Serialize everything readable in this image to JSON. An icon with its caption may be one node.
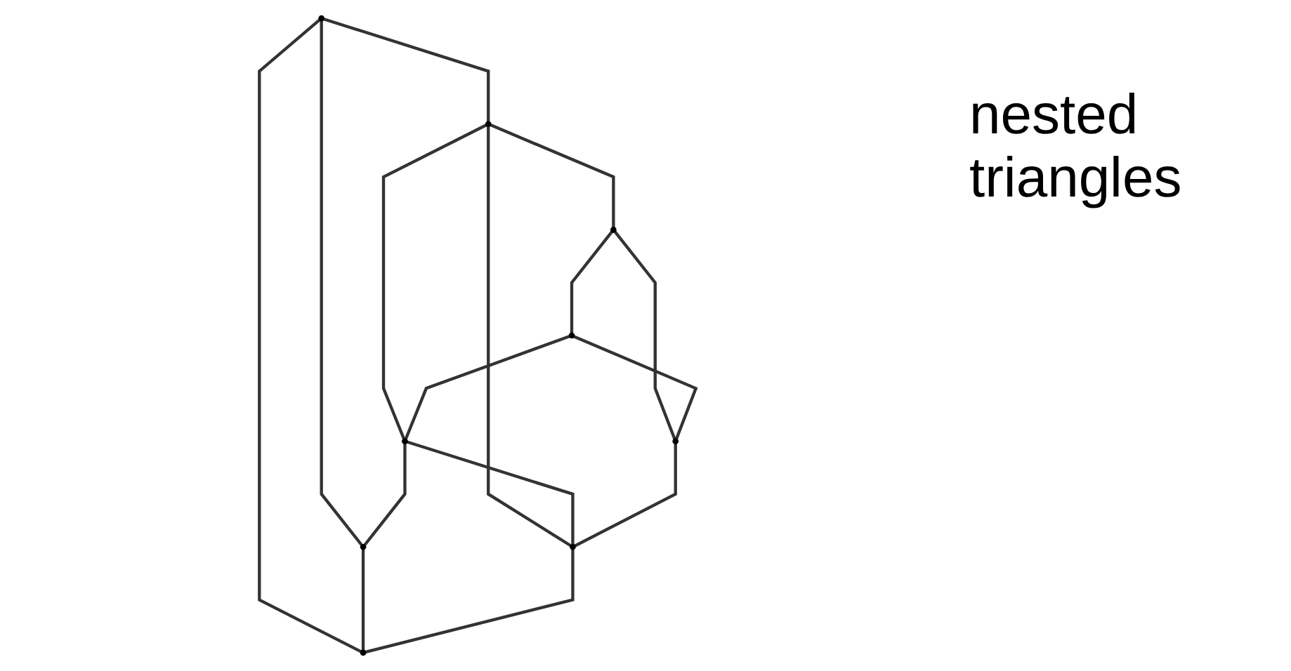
{
  "diagram": {
    "nodes": [
      {
        "text": [],
        "shape": "circle"
      },
      {
        "text": [],
        "shape": "circle"
      },
      {
        "text": [],
        "shape": "circle"
      },
      {
        "text": [],
        "shape": "circle"
      },
      {
        "text": [],
        "shape": "circle"
      },
      {
        "text": [],
        "shape": "circle"
      },
      {
        "text": [],
        "shape": "circle"
      },
      {
        "text": [],
        "shape": "circle"
      },
      {
        "text": [],
        "shape": "circle"
      }
    ],
    "edges": [
      {
        "from": 0,
        "to": 7,
        "arrow": "none"
      },
      {
        "from": 0,
        "to": 8,
        "arrow": "none"
      },
      {
        "from": 7,
        "to": 8,
        "arrow": "none"
      },
      {
        "from": 0,
        "to": 1,
        "arrow": "none"
      },
      {
        "from": 1,
        "to": 5,
        "arrow": "none"
      },
      {
        "from": 1,
        "to": 6,
        "arrow": "none"
      },
      {
        "from": 5,
        "to": 6,
        "arrow": "none"
      },
      {
        "from": 1,
        "to": 2,
        "arrow": "none"
      },
      {
        "from": 2,
        "to": 3,
        "arrow": "none"
      },
      {
        "from": 2,
        "to": 4,
        "arrow": "none"
      },
      {
        "from": 3,
        "to": 4,
        "arrow": "none"
      },
      {
        "from": 5,
        "to": 7,
        "arrow": "none"
      },
      {
        "from": 3,
        "to": 5,
        "arrow": "none"
      },
      {
        "from": 4,
        "to": 6,
        "arrow": "none"
      },
      {
        "from": 6,
        "to": 8,
        "arrow": "none"
      }
    ],
    "labels": [
      "nested triangles"
    ]
  }
}
